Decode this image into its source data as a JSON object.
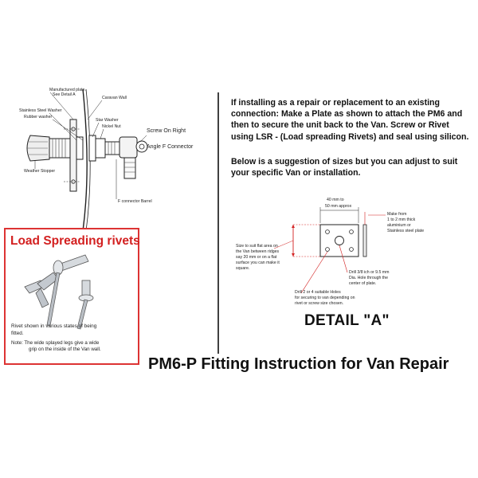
{
  "diagram": {
    "labels": {
      "manufactured_plate_1": "Manufactured plate.",
      "manufactured_plate_2": "See Detail A",
      "caravan_wall": "Caravan Wall",
      "stainless_washer": "Stainless Steel Washer",
      "rubber_washer": "Rubber washer",
      "star_washer": "Star Washer",
      "nickel_nut": "Nickel Nut",
      "weather_stopper": "Weather Stopper",
      "connector_barrel": "F connector Barrel",
      "screw_on_1": "Screw On Right",
      "screw_on_2": "Angle F Connector"
    }
  },
  "rivets": {
    "title": "Load Spreading rivets",
    "caption_1": "Rivet shown in various states of being",
    "caption_2": "fitted.",
    "note_1": "Note: The wide splayed legs give a wide",
    "note_2": "grip on the inside of the Van wall."
  },
  "instructions": {
    "para1": [
      "If installing as a repair or replacement to an existing",
      "connection: Make a Plate as shown to attach the PM6 and",
      "then to secure the unit back to the Van.  Screw or Rivet",
      "using LSR - (Load spreading Rivets) and seal using silicon."
    ],
    "para2": [
      "Below is a suggestion of sizes but you can adjust to suit",
      "your specific Van or installation."
    ]
  },
  "detail_a": {
    "title": "DETAIL \"A\"",
    "width_1": "40 mm to",
    "width_2": "50 mm approx",
    "thickness": [
      "Make from",
      "1 to 2 mm thick",
      "aluminium or",
      "Stainless steel plate"
    ],
    "size_note": [
      "Size to suit flat area on",
      "the Van between ridges",
      "say 20 mm or on a flat",
      "surface you can make it",
      "square."
    ],
    "drill_note": [
      "Drill 3/8 ich or 9.5 mm",
      "Dia. Hole through the",
      "center of plate."
    ],
    "holes_note": [
      "Drill 2 or 4 suitable Holes",
      "for securing to van depending on",
      "rivet or screw size chosen."
    ]
  },
  "footer": {
    "title": "PM6-P Fitting Instruction for Van Repair"
  },
  "colors": {
    "accent_red": "#d32020",
    "line": "#111111"
  }
}
